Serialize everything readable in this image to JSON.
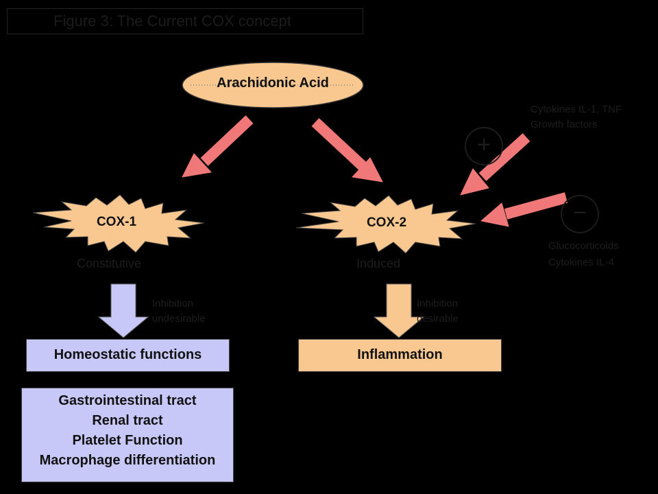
{
  "title": "Figure 3: The Current COX concept",
  "nodes": {
    "arachidonic_acid": "Arachidonic Acid",
    "cox1": "COX-1",
    "cox2": "COX-2",
    "cox1_type": "Constitutive",
    "cox2_type": "Induced"
  },
  "stimuli": {
    "positive_line1": "Cytokines IL-1, TNF",
    "positive_line2": "Growth factors",
    "negative_line1": "Glucocorticoids",
    "negative_line2": "Cytokines IL-4",
    "plus_sign": "+",
    "minus_sign": "−"
  },
  "inhibition": {
    "left_line1": "Inhibition",
    "left_line2": "undesirable",
    "right_line1": "Inhibition",
    "right_line2": "desirable"
  },
  "outcomes": {
    "homeostatic": "Homeostatic functions",
    "inflammation": "Inflammation"
  },
  "homeostatic_list": [
    "Gastrointestinal tract",
    "Renal tract",
    "Platelet Function",
    "Macrophage differentiation"
  ],
  "colors": {
    "background": "#000000",
    "arrow_red": "#f07878",
    "cox_fill": "#f8c890",
    "homeostatic_fill": "#c8c8f8",
    "inflammation_fill": "#f8c890"
  }
}
